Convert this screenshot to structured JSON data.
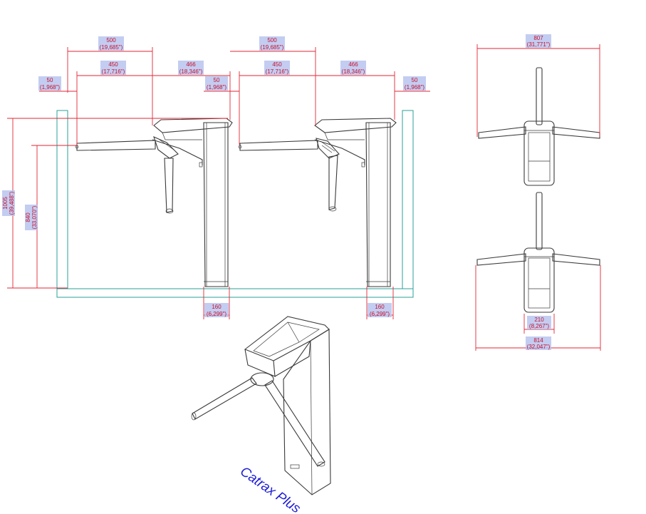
{
  "dimensions": {
    "left_top_width": {
      "mm": "500",
      "in": "(19,685\")"
    },
    "left_arm": {
      "mm": "450",
      "in": "(17,716\")"
    },
    "left_body": {
      "mm": "466",
      "in": "(18,346\")"
    },
    "left_gap": {
      "mm": "50",
      "in": "(1,968\")"
    },
    "mid_gap": {
      "mm": "50",
      "in": "(1,968\")"
    },
    "right_top_width": {
      "mm": "500",
      "in": "(19,685\")"
    },
    "right_arm": {
      "mm": "450",
      "in": "(17,716\")"
    },
    "right_body": {
      "mm": "466",
      "in": "(18,346\")"
    },
    "right_gap": {
      "mm": "50",
      "in": "(1,968\")"
    },
    "height_total": {
      "mm": "1005",
      "in": "(39,488\")"
    },
    "height_arm": {
      "mm": "840",
      "in": "(33,070\")"
    },
    "base_left": {
      "mm": "160",
      "in": "(6,299\")"
    },
    "base_right": {
      "mm": "160",
      "in": "(6,299\")"
    },
    "top_view_width": {
      "mm": "807",
      "in": "(31,771\")"
    },
    "bottom_view_base": {
      "mm": "210",
      "in": "(8,267\")"
    },
    "bottom_view_width": {
      "mm": "814",
      "in": "(32,047\")"
    }
  },
  "brand_label": "Catrax Plus",
  "colors": {
    "dimension": "#c8102e",
    "label_fill": "#b9c4ee",
    "wall": "#2aa198",
    "brand": "#1d1dd6"
  }
}
